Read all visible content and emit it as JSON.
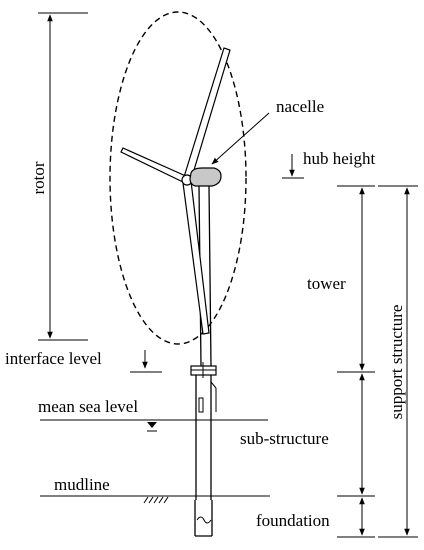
{
  "labels": {
    "rotor": "rotor",
    "nacelle": "nacelle",
    "hub_height": "hub height",
    "tower": "tower",
    "interface_level": "interface level",
    "mean_sea_level": "mean sea level",
    "sub_structure": "sub-structure",
    "mudline": "mudline",
    "foundation": "foundation",
    "support_structure": "support structure"
  }
}
